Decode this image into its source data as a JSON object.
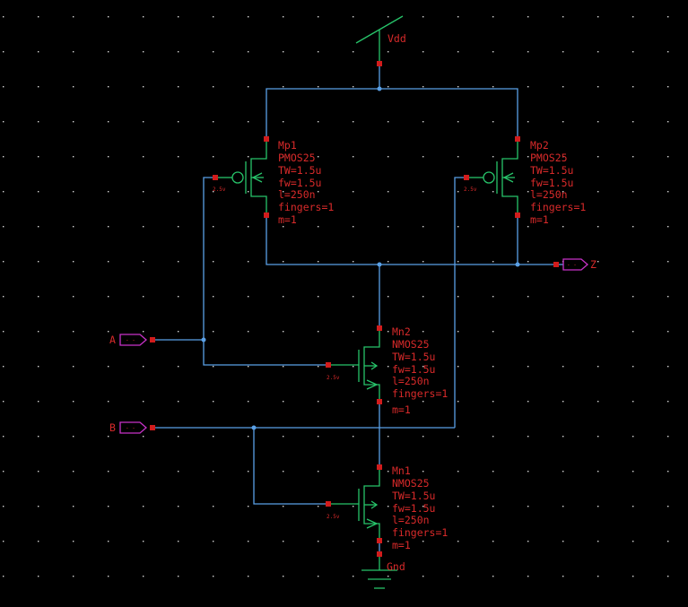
{
  "colors": {
    "background": "#000000",
    "grid": "#d8d8d8",
    "wire": "#5aa0e6",
    "device": "#27c46a",
    "pin": "#d11c1c",
    "port": "#c832c8",
    "label": "#d82a2a"
  },
  "supply": {
    "vdd": "Vdd",
    "gnd": "Gnd"
  },
  "ports": {
    "a": "A",
    "b": "B",
    "z": "Z"
  },
  "transistors": {
    "mp1": {
      "name": "Mp1",
      "model": "PMOS25",
      "tw": "TW=1.5u",
      "fw": "fw=1.5u",
      "l": "l=250n",
      "fingers": "fingers=1",
      "m": "m=1",
      "body": "2.5v"
    },
    "mp2": {
      "name": "Mp2",
      "model": "PMOS25",
      "tw": "TW=1.5u",
      "fw": "fw=1.5u",
      "l": "l=250n",
      "fingers": "fingers=1",
      "m": "m=1",
      "body": "2.5v"
    },
    "mn2": {
      "name": "Mn2",
      "model": "NMOS25",
      "tw": "TW=1.5u",
      "fw": "fw=1.5u",
      "l": "l=250n",
      "fingers": "fingers=1",
      "m": "m=1",
      "body": "2.5v"
    },
    "mn1": {
      "name": "Mn1",
      "model": "NMOS25",
      "tw": "TW=1.5u",
      "fw": "fw=1.5u",
      "l": "l=250n",
      "fingers": "fingers=1",
      "m": "m=1",
      "body": "2.5v"
    }
  }
}
